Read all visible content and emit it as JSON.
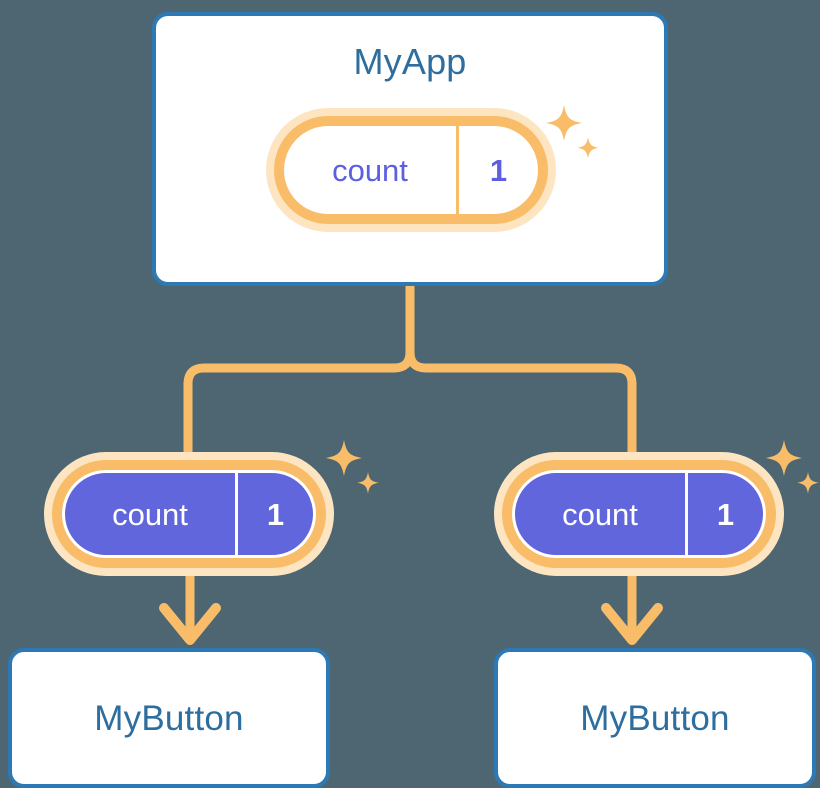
{
  "diagram": {
    "title_semantic": "react-state-propagation-tree",
    "background_color": "#4d6672",
    "root": {
      "label": "MyApp",
      "state": {
        "key": "count",
        "value": "1"
      }
    },
    "children": [
      {
        "label": "MyButton",
        "state": {
          "key": "count",
          "value": "1"
        }
      },
      {
        "label": "MyButton",
        "state": {
          "key": "count",
          "value": "1"
        }
      }
    ],
    "icons": {
      "sparkle_large": "sparkle-icon",
      "sparkle_small": "sparkle-small-icon",
      "arrow": "arrow-down-icon",
      "branch": "branch-connector-icon"
    },
    "colors": {
      "background": "#4d6672",
      "box_border": "#2d79b5",
      "box_fill": "#ffffff",
      "box_text": "#2d6e9e",
      "pill_ring": "#f9bd69",
      "pill_halo": "#fde5c2",
      "pill_fill_root": "#ffffff",
      "pill_fill_child": "#6166dd",
      "pill_text_root": "#5b5fe0",
      "pill_text_child": "#ffffff",
      "connector": "#f9bd69"
    }
  }
}
